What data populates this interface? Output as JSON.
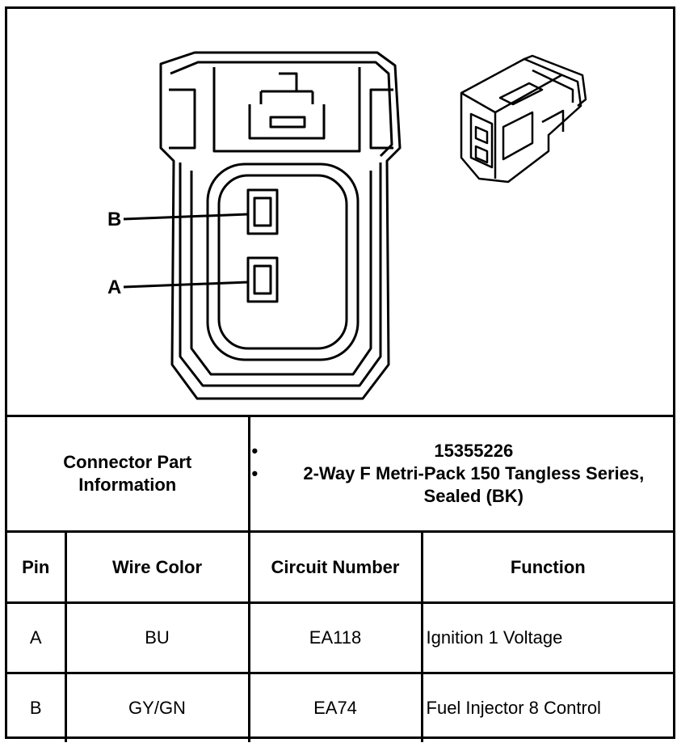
{
  "diagram": {
    "pin_labels": [
      "B",
      "A"
    ]
  },
  "connector_info": {
    "label_line1": "Connector Part",
    "label_line2": "Information",
    "bullets": [
      "15355226",
      "2-Way F Metri-Pack 150 Tangless Series, Sealed (BK)"
    ]
  },
  "table": {
    "headers": [
      "Pin",
      "Wire Color",
      "Circuit Number",
      "Function"
    ],
    "rows": [
      {
        "pin": "A",
        "wire_color": "BU",
        "circuit": "EA118",
        "function": "Ignition 1 Voltage"
      },
      {
        "pin": "B",
        "wire_color": "GY/GN",
        "circuit": "EA74",
        "function": "Fuel Injector 8 Control"
      }
    ]
  }
}
